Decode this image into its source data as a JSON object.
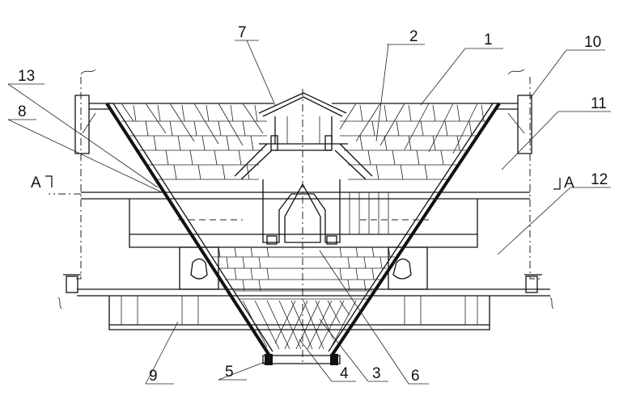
{
  "section_marks": {
    "left": "A",
    "right": "A"
  },
  "callouts": [
    {
      "id": "c1",
      "text": "1"
    },
    {
      "id": "c2",
      "text": "2"
    },
    {
      "id": "c3",
      "text": "3"
    },
    {
      "id": "c4",
      "text": "4"
    },
    {
      "id": "c5",
      "text": "5"
    },
    {
      "id": "c6",
      "text": "6"
    },
    {
      "id": "c7",
      "text": "7"
    },
    {
      "id": "c8",
      "text": "8"
    },
    {
      "id": "c9",
      "text": "9"
    },
    {
      "id": "c10",
      "text": "10"
    },
    {
      "id": "c11",
      "text": "11"
    },
    {
      "id": "c12",
      "text": "12"
    },
    {
      "id": "c13",
      "text": "13"
    }
  ]
}
